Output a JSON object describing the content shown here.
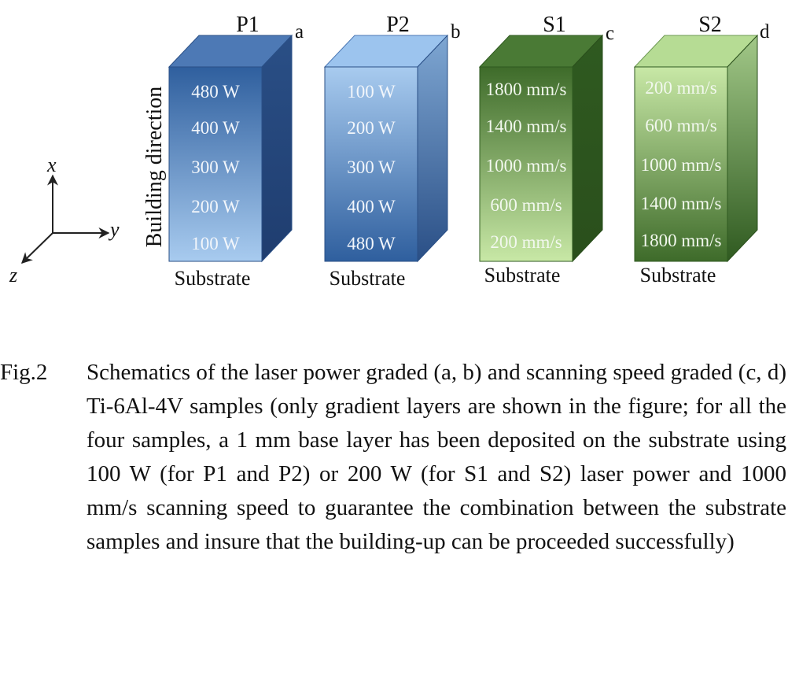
{
  "axes": {
    "x": "x",
    "y": "y",
    "z": "z"
  },
  "building_direction": "Building direction",
  "samples": [
    {
      "name": "P1",
      "letter": "a",
      "substrate": "Substrate",
      "layers": [
        "480 W",
        "400 W",
        "300 W",
        "200 W",
        "100 W"
      ]
    },
    {
      "name": "P2",
      "letter": "b",
      "substrate": "Substrate",
      "layers": [
        "100 W",
        "200 W",
        "300 W",
        "400 W",
        "480 W"
      ]
    },
    {
      "name": "S1",
      "letter": "c",
      "substrate": "Substrate",
      "layers": [
        "1800 mm/s",
        "1400 mm/s",
        "1000 mm/s",
        "600 mm/s",
        "200 mm/s"
      ]
    },
    {
      "name": "S2",
      "letter": "d",
      "substrate": "Substrate",
      "layers": [
        "200 mm/s",
        "600 mm/s",
        "1000 mm/s",
        "1400 mm/s",
        "1800 mm/s"
      ]
    }
  ],
  "caption": {
    "label": "Fig.2",
    "text": "Schematics of the laser power graded (a, b) and scanning speed graded (c, d) Ti-6Al-4V samples (only gradient layers are shown in the figure; for all the four samples, a 1 mm base layer has been deposited on the substrate using 100 W (for P1 and P2) or 200 W (for S1 and S2) laser power and 1000 mm/s scanning speed to guarantee the combination between the substrate samples and insure that the building-up can be proceeded successfully)"
  }
}
